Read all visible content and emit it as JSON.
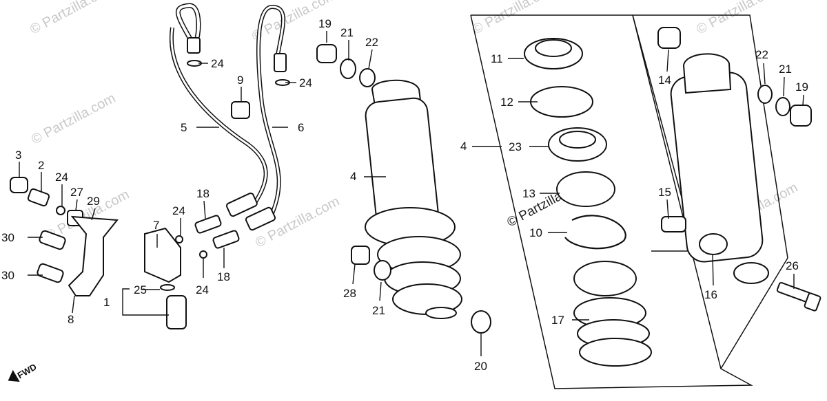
{
  "watermarks": [
    "© Partzilla.com",
    "© Partzilla.com",
    "© Partzilla.com",
    "© Partzilla.com",
    "© Partzilla.com",
    "© Partzilla.com",
    "© Partzilla.com",
    "© Partzilla.com",
    "© Partzilla.com"
  ],
  "fwd_label": "FWD",
  "callouts": [
    {
      "id": "p1",
      "text": "1"
    },
    {
      "id": "p2",
      "text": "2"
    },
    {
      "id": "p3",
      "text": "3"
    },
    {
      "id": "p4a",
      "text": "4"
    },
    {
      "id": "p4b",
      "text": "4"
    },
    {
      "id": "p5",
      "text": "5"
    },
    {
      "id": "p6",
      "text": "6"
    },
    {
      "id": "p7",
      "text": "7"
    },
    {
      "id": "p8",
      "text": "8"
    },
    {
      "id": "p9",
      "text": "9"
    },
    {
      "id": "p10",
      "text": "10"
    },
    {
      "id": "p11",
      "text": "11"
    },
    {
      "id": "p12",
      "text": "12"
    },
    {
      "id": "p13",
      "text": "13"
    },
    {
      "id": "p14",
      "text": "14"
    },
    {
      "id": "p15",
      "text": "15"
    },
    {
      "id": "p16",
      "text": "16"
    },
    {
      "id": "p17",
      "text": "17"
    },
    {
      "id": "p18a",
      "text": "18"
    },
    {
      "id": "p18b",
      "text": "18"
    },
    {
      "id": "p19a",
      "text": "19"
    },
    {
      "id": "p19b",
      "text": "19"
    },
    {
      "id": "p20",
      "text": "20"
    },
    {
      "id": "p21a",
      "text": "21"
    },
    {
      "id": "p21b",
      "text": "21"
    },
    {
      "id": "p21c",
      "text": "21"
    },
    {
      "id": "p22a",
      "text": "22"
    },
    {
      "id": "p22b",
      "text": "22"
    },
    {
      "id": "p23",
      "text": "23"
    },
    {
      "id": "p24a",
      "text": "24"
    },
    {
      "id": "p24b",
      "text": "24"
    },
    {
      "id": "p24c",
      "text": "24"
    },
    {
      "id": "p24d",
      "text": "24"
    },
    {
      "id": "p24e",
      "text": "24"
    },
    {
      "id": "p25",
      "text": "25"
    },
    {
      "id": "p26",
      "text": "26"
    },
    {
      "id": "p27",
      "text": "27"
    },
    {
      "id": "p28",
      "text": "28"
    },
    {
      "id": "p29",
      "text": "29"
    },
    {
      "id": "p30a",
      "text": "30"
    },
    {
      "id": "p30b",
      "text": "30"
    }
  ]
}
